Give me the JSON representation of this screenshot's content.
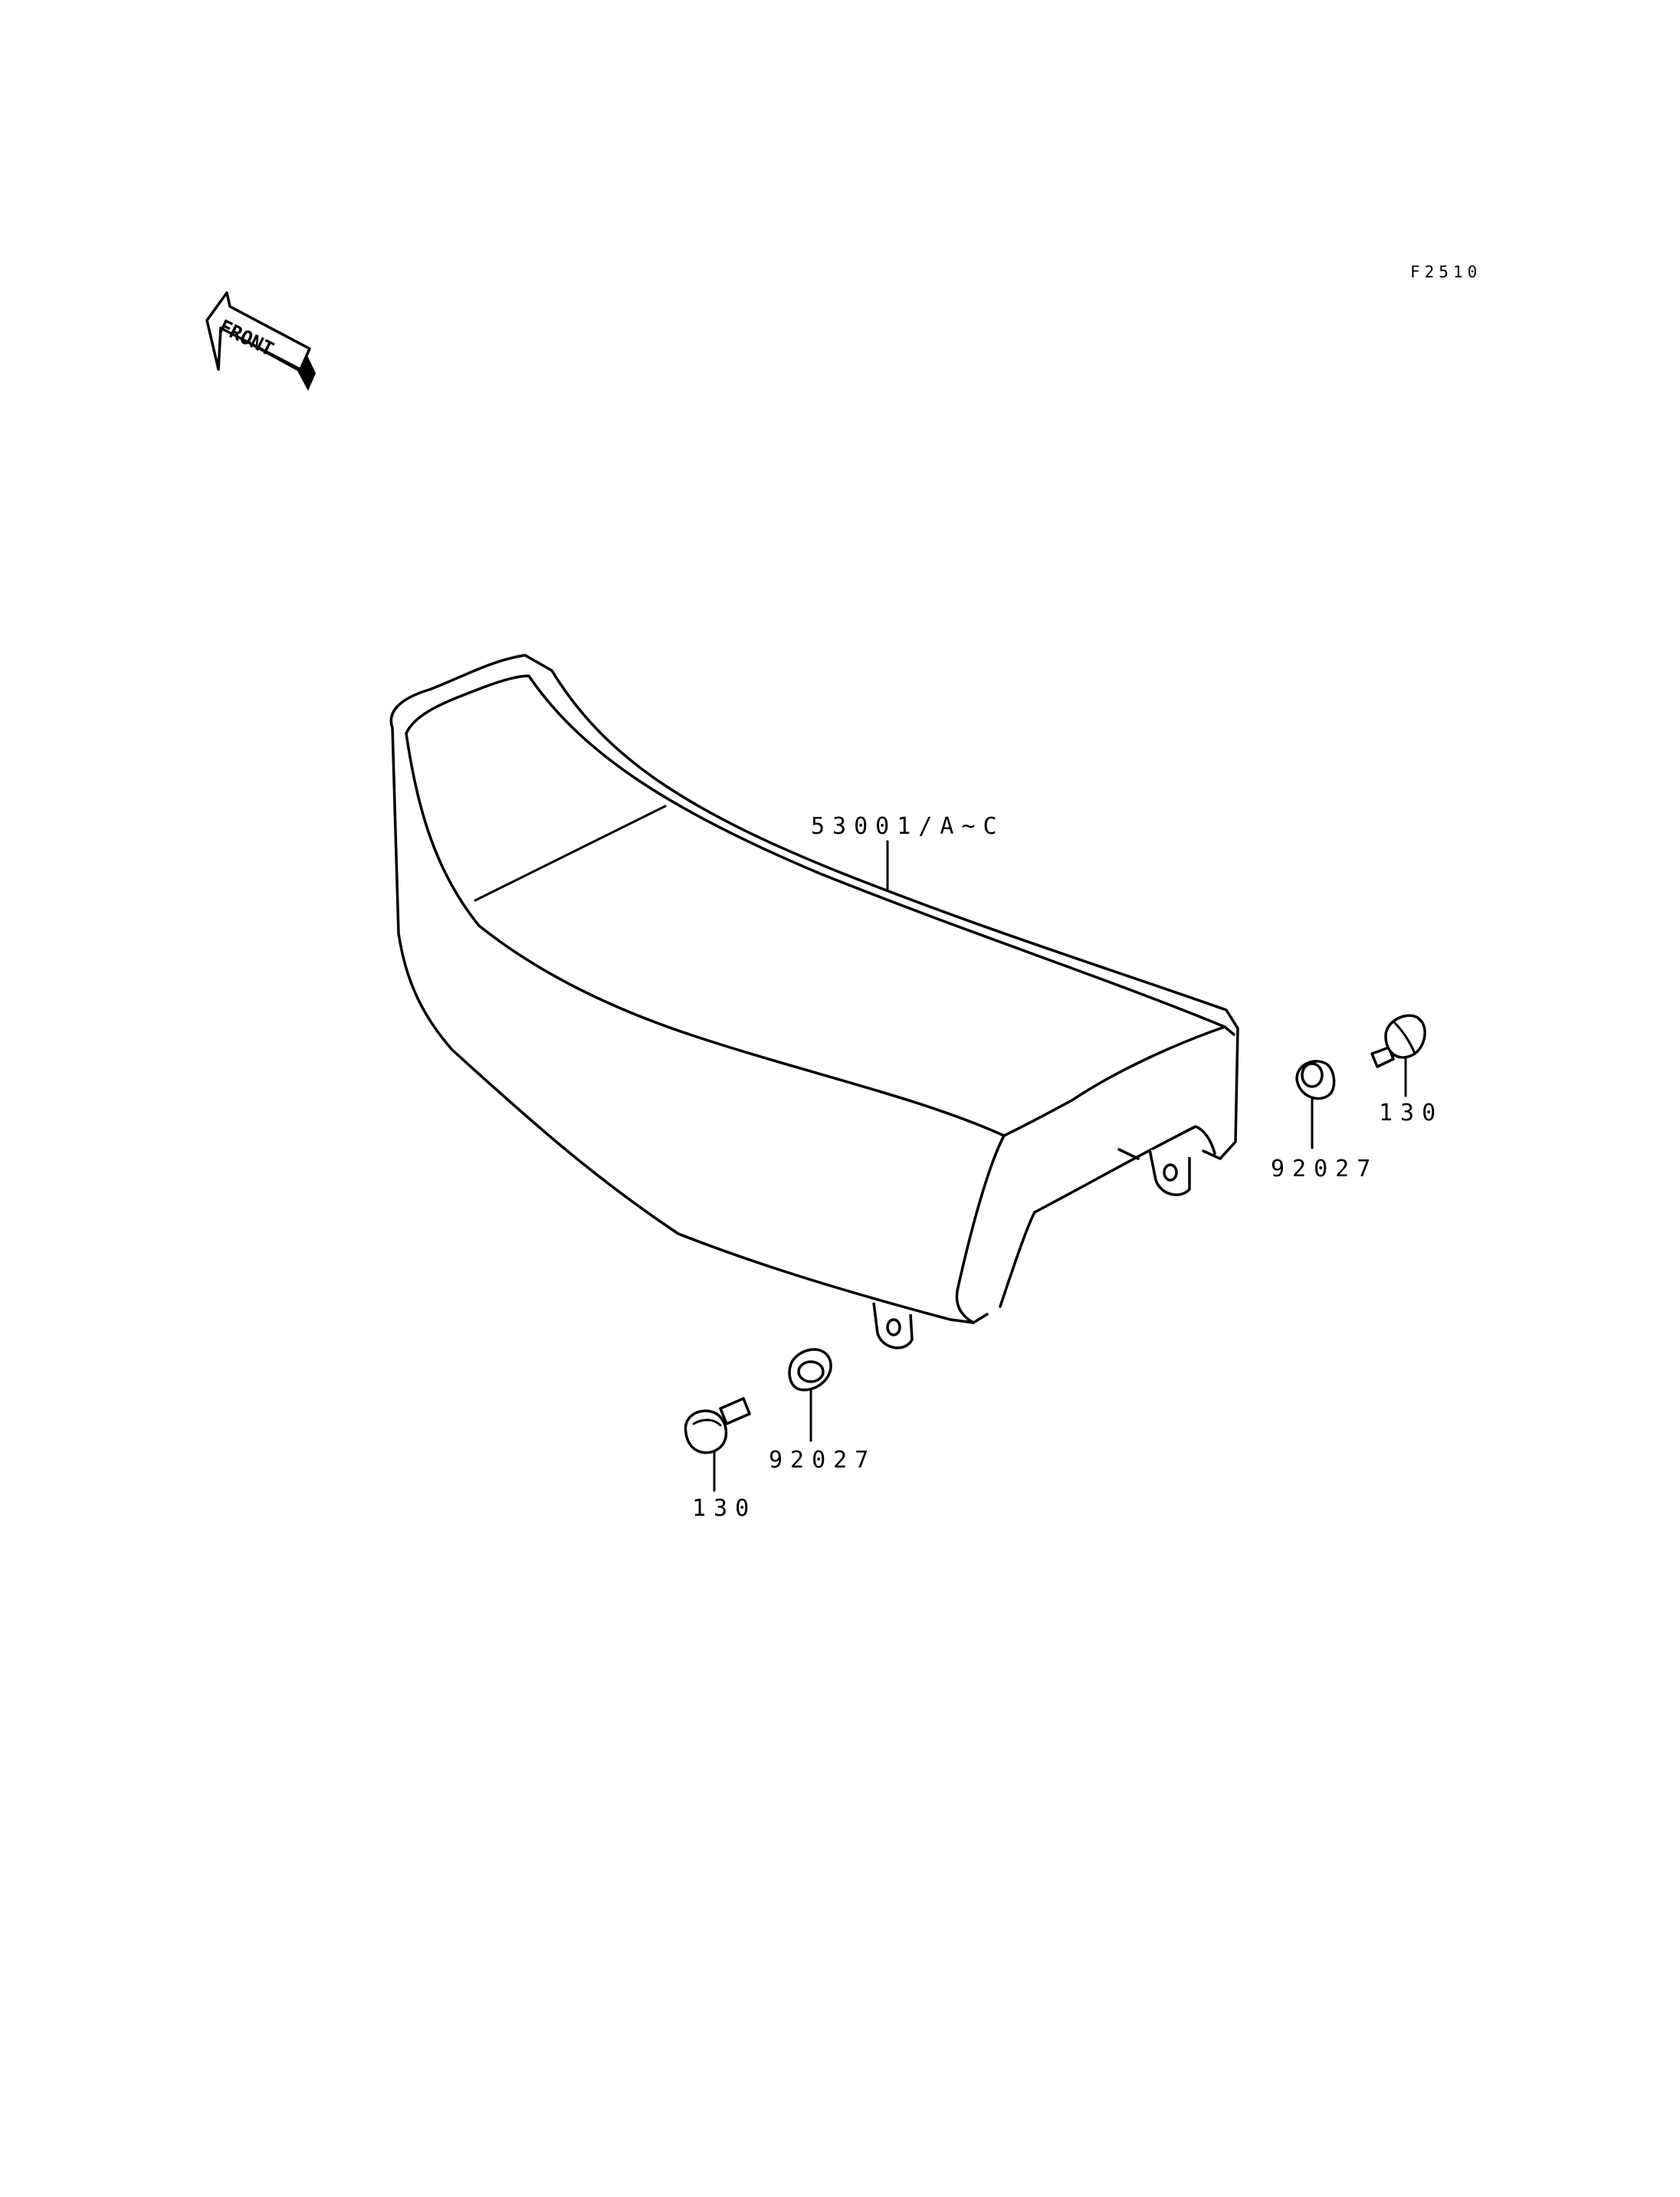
{
  "figure_code": "F2510",
  "front_label": "FRONT",
  "parts": {
    "seat": "53001/A~C",
    "collar_right": "92027",
    "collar_left": "92027",
    "bolt_right": "130",
    "bolt_left": "130"
  }
}
